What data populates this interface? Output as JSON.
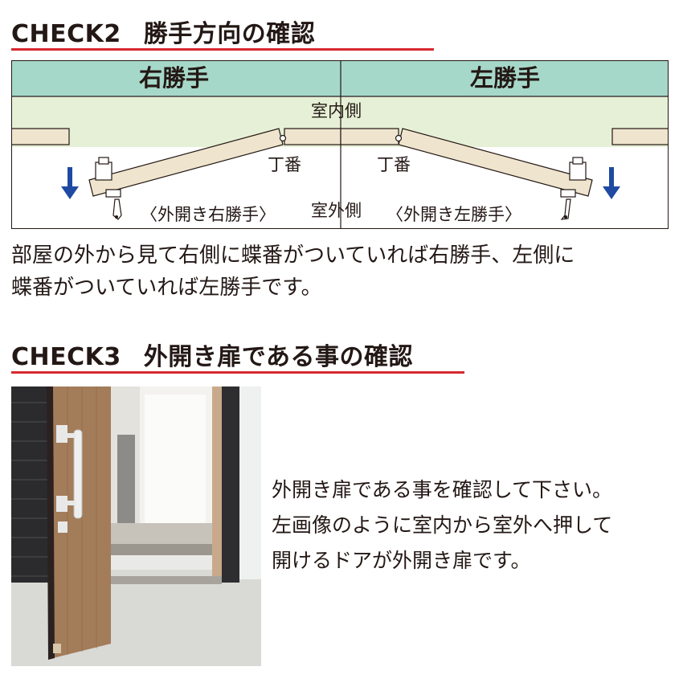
{
  "check2": {
    "label": "CHECK2",
    "title": "勝手方向の確認"
  },
  "diagram": {
    "right_hand": "右勝手",
    "left_hand": "左勝手",
    "indoor": "室内側",
    "outdoor": "室外側",
    "hinge_left": "丁番",
    "hinge_right": "丁番",
    "caption_right": "〈外開き右勝手〉",
    "caption_left": "〈外開き左勝手〉",
    "colors": {
      "header": "#a6d8c9",
      "indoor": "#e6f0d6",
      "wall": "#efe4cd",
      "arrow": "#1f4aa3"
    }
  },
  "para2": {
    "line1": "部屋の外から見て右側に蝶番がついていれば右勝手、左側に",
    "line2": "蝶番がついていれば左勝手です。"
  },
  "check3": {
    "label": "CHECK3",
    "title": "外開き扉である事の確認"
  },
  "para3": {
    "line1": "外開き扉である事を確認して下さい。",
    "line2": "左画像のように室内から室外へ押して",
    "line3": "開けるドアが外開き扉です。"
  }
}
